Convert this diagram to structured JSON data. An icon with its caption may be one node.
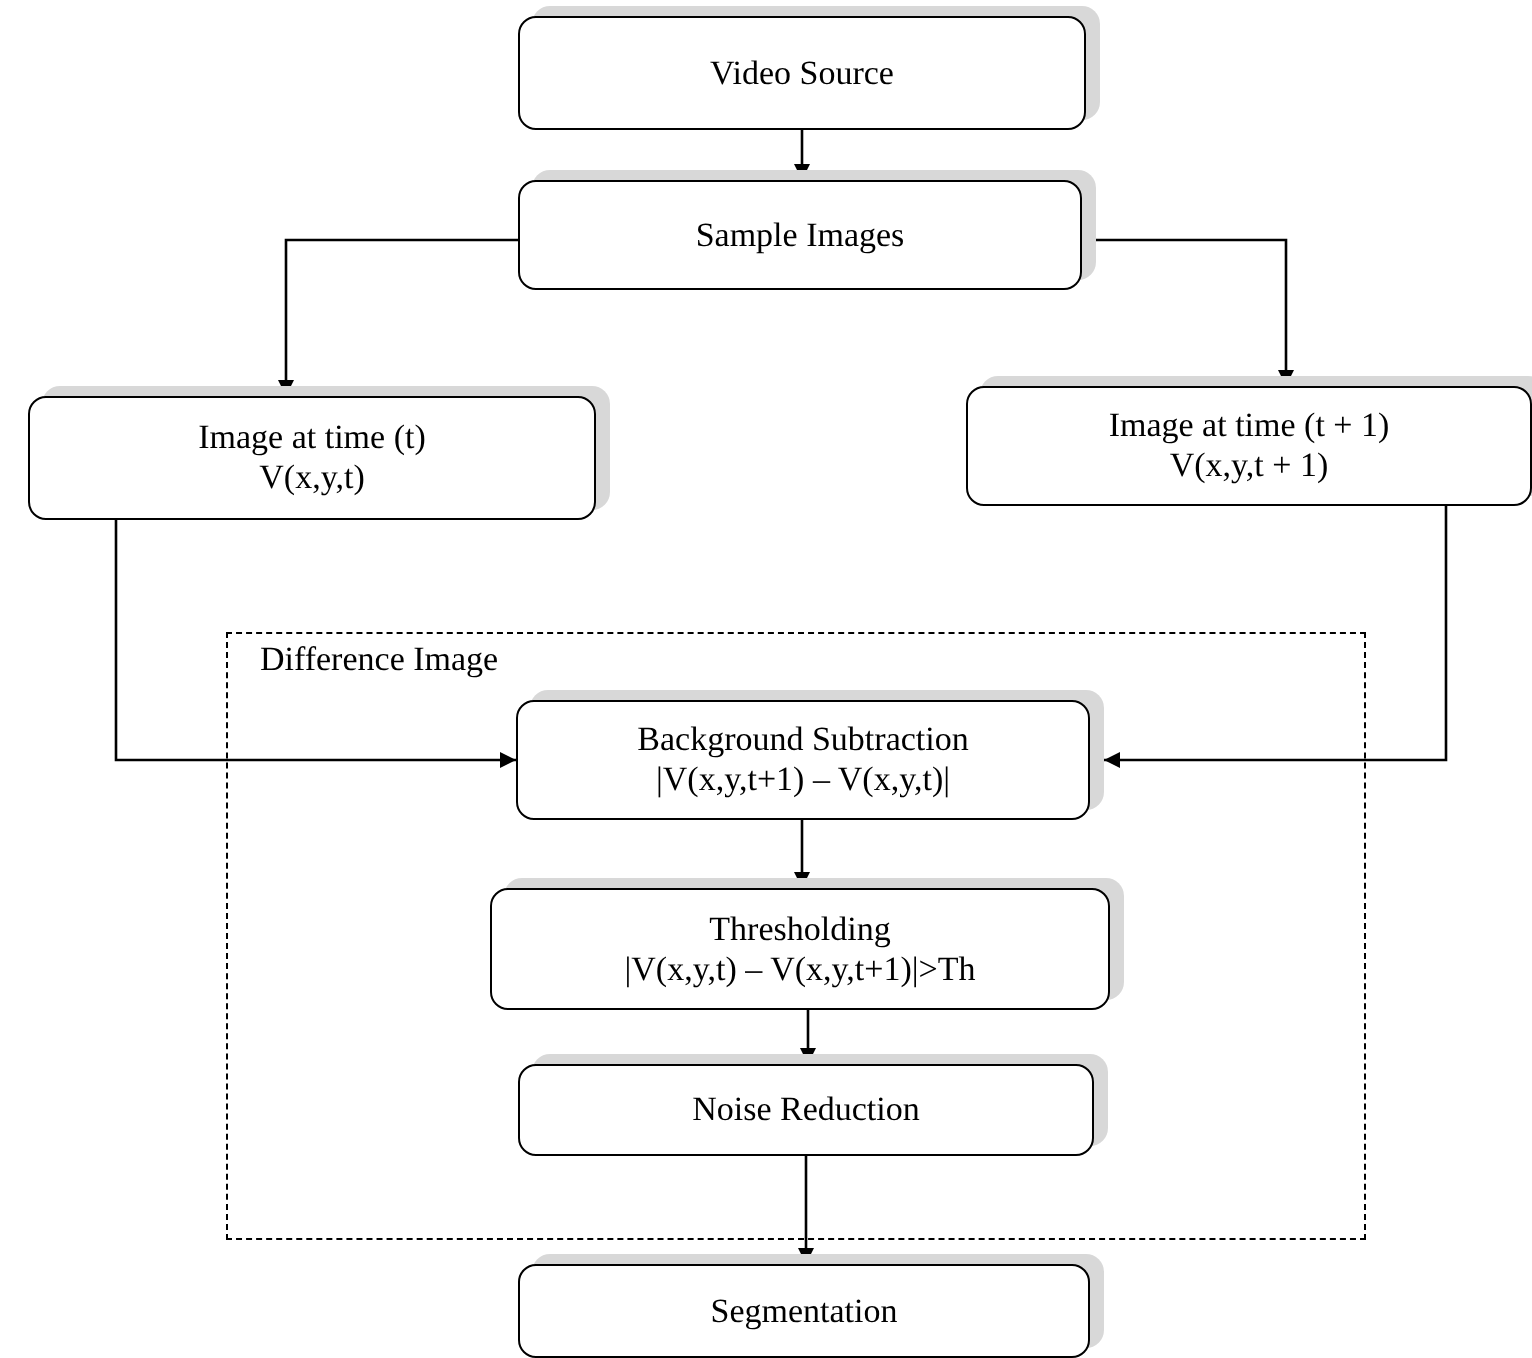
{
  "diagram": {
    "nodes": [
      {
        "text": [
          "Video Source"
        ]
      },
      {
        "text": [
          "Sample Images"
        ]
      },
      {
        "text": [
          "Image at time (t)",
          "V(x,y,t)"
        ]
      },
      {
        "text": [
          "Image at time (t + 1)",
          "V(x,y,t + 1)"
        ]
      },
      {
        "text": [
          "Difference Image"
        ]
      },
      {
        "text": [
          "Background Subtraction",
          "|V(x,y,t+1) – V(x,y,t)|"
        ],
        "in": 4
      },
      {
        "text": [
          "Thresholding",
          "|V(x,y,t) – V(x,y,t+1)|>Th"
        ],
        "in": 4
      },
      {
        "text": [
          "Noise Reduction"
        ],
        "in": 4
      },
      {
        "text": [
          "Segmentation"
        ]
      }
    ],
    "edges": [
      {
        "from": 0,
        "to": 1,
        "arrow": "to"
      },
      {
        "from": 1,
        "to": 2,
        "arrow": "to"
      },
      {
        "from": 1,
        "to": 3,
        "arrow": "to"
      },
      {
        "from": 2,
        "to": 5,
        "arrow": "to"
      },
      {
        "from": 3,
        "to": 5,
        "arrow": "to"
      },
      {
        "from": 5,
        "to": 6,
        "arrow": "to"
      },
      {
        "from": 6,
        "to": 7,
        "arrow": "to"
      },
      {
        "from": 7,
        "to": 8,
        "arrow": "to"
      }
    ]
  }
}
